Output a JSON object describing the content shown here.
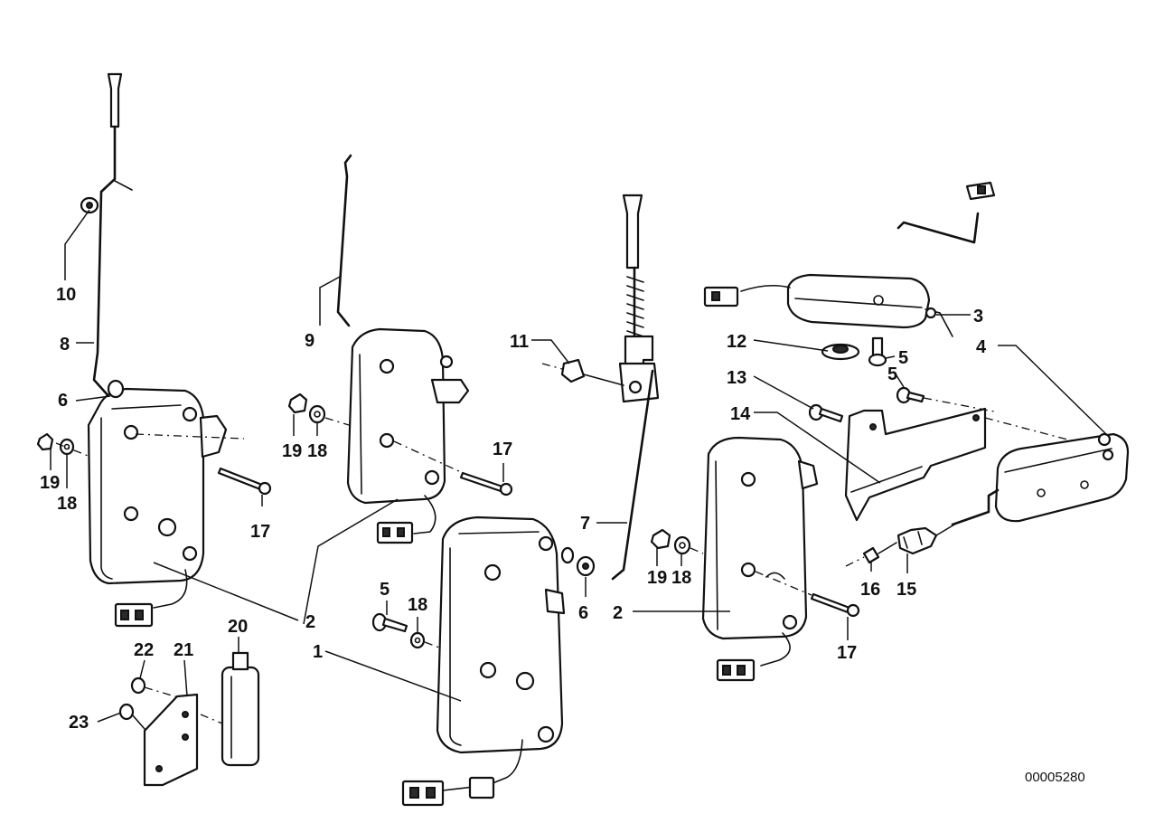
{
  "diagram": {
    "document_number": "00005280",
    "callouts": [
      {
        "id": "c-10",
        "label": "10"
      },
      {
        "id": "c-8",
        "label": "8"
      },
      {
        "id": "c-6a",
        "label": "6"
      },
      {
        "id": "c-19a",
        "label": "19"
      },
      {
        "id": "c-18a",
        "label": "18"
      },
      {
        "id": "c-17a",
        "label": "17"
      },
      {
        "id": "c-9",
        "label": "9"
      },
      {
        "id": "c-19b",
        "label": "19"
      },
      {
        "id": "c-18b",
        "label": "18"
      },
      {
        "id": "c-17b",
        "label": "17"
      },
      {
        "id": "c-2a",
        "label": "2"
      },
      {
        "id": "c-20",
        "label": "20"
      },
      {
        "id": "c-22",
        "label": "22"
      },
      {
        "id": "c-21",
        "label": "21"
      },
      {
        "id": "c-23",
        "label": "23"
      },
      {
        "id": "c-1",
        "label": "1"
      },
      {
        "id": "c-5a",
        "label": "5"
      },
      {
        "id": "c-18c",
        "label": "18"
      },
      {
        "id": "c-11",
        "label": "11"
      },
      {
        "id": "c-7",
        "label": "7"
      },
      {
        "id": "c-6b",
        "label": "6"
      },
      {
        "id": "c-19c",
        "label": "19"
      },
      {
        "id": "c-18d",
        "label": "18"
      },
      {
        "id": "c-2b",
        "label": "2"
      },
      {
        "id": "c-17c",
        "label": "17"
      },
      {
        "id": "c-3",
        "label": "3"
      },
      {
        "id": "c-12",
        "label": "12"
      },
      {
        "id": "c-5b",
        "label": "5"
      },
      {
        "id": "c-4",
        "label": "4"
      },
      {
        "id": "c-5c",
        "label": "5"
      },
      {
        "id": "c-13",
        "label": "13"
      },
      {
        "id": "c-14",
        "label": "14"
      },
      {
        "id": "c-16",
        "label": "16"
      },
      {
        "id": "c-15",
        "label": "15"
      }
    ]
  }
}
